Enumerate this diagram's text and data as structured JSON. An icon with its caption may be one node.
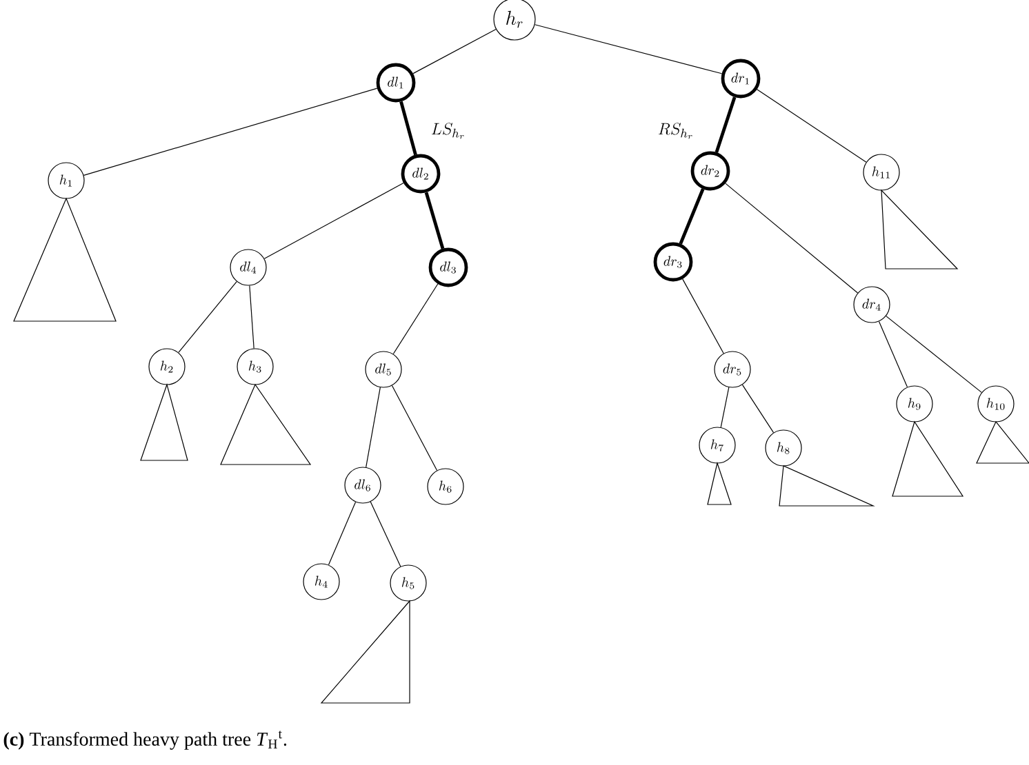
{
  "diagram": {
    "caption": "**(c)** Transformed heavy path tree *T*$_{H}$$^{t}$.",
    "nodes": [
      {
        "text": [
          "h_r"
        ]
      },
      {
        "text": [
          "dl_1"
        ]
      },
      {
        "text": [
          "dr_1"
        ]
      },
      {
        "text": [
          "h_1"
        ]
      },
      {
        "text": [
          "dl_2"
        ]
      },
      {
        "text": [
          "dr_2"
        ]
      },
      {
        "text": [
          "h_{11}"
        ]
      },
      {
        "text": [
          "dl_4"
        ]
      },
      {
        "text": [
          "dl_3"
        ]
      },
      {
        "text": [
          "dr_3"
        ]
      },
      {
        "text": [
          "dr_4"
        ]
      },
      {
        "text": [
          "h_2"
        ]
      },
      {
        "text": [
          "h_3"
        ]
      },
      {
        "text": [
          "dl_5"
        ]
      },
      {
        "text": [
          "dr_5"
        ]
      },
      {
        "text": [
          "h_9"
        ]
      },
      {
        "text": [
          "h_{10}"
        ]
      },
      {
        "text": [
          "dl_6"
        ]
      },
      {
        "text": [
          "h_6"
        ]
      },
      {
        "text": [
          "h_7"
        ]
      },
      {
        "text": [
          "h_8"
        ]
      },
      {
        "text": [
          "h_4"
        ]
      },
      {
        "text": [
          "h_5"
        ]
      },
      {
        "text": [],
        "shape": "triangle"
      },
      {
        "text": [],
        "shape": "triangle"
      },
      {
        "text": [],
        "shape": "triangle"
      },
      {
        "text": [],
        "shape": "triangle"
      },
      {
        "text": [],
        "shape": "triangle"
      },
      {
        "text": [],
        "shape": "triangle"
      },
      {
        "text": [],
        "shape": "triangle"
      },
      {
        "text": [],
        "shape": "triangle"
      },
      {
        "text": [],
        "shape": "triangle"
      }
    ],
    "edges": [
      {
        "from": 0,
        "to": 1,
        "arrow": "none"
      },
      {
        "from": 0,
        "to": 2,
        "arrow": "none"
      },
      {
        "from": 1,
        "to": 3,
        "arrow": "none"
      },
      {
        "from": 1,
        "to": 4,
        "arrow": "none",
        "style": "thick"
      },
      {
        "from": 4,
        "to": 7,
        "arrow": "none"
      },
      {
        "from": 4,
        "to": 8,
        "arrow": "none",
        "style": "thick"
      },
      {
        "from": 7,
        "to": 11,
        "arrow": "none"
      },
      {
        "from": 7,
        "to": 12,
        "arrow": "none"
      },
      {
        "from": 8,
        "to": 13,
        "arrow": "none"
      },
      {
        "from": 13,
        "to": 17,
        "arrow": "none"
      },
      {
        "from": 13,
        "to": 18,
        "arrow": "none"
      },
      {
        "from": 17,
        "to": 21,
        "arrow": "none"
      },
      {
        "from": 17,
        "to": 22,
        "arrow": "none"
      },
      {
        "from": 2,
        "to": 5,
        "arrow": "none",
        "style": "thick"
      },
      {
        "from": 2,
        "to": 6,
        "arrow": "none"
      },
      {
        "from": 5,
        "to": 9,
        "arrow": "none",
        "style": "thick"
      },
      {
        "from": 5,
        "to": 10,
        "arrow": "none"
      },
      {
        "from": 9,
        "to": 14,
        "arrow": "none"
      },
      {
        "from": 14,
        "to": 19,
        "arrow": "none"
      },
      {
        "from": 14,
        "to": 20,
        "arrow": "none"
      },
      {
        "from": 10,
        "to": 15,
        "arrow": "none"
      },
      {
        "from": 10,
        "to": 16,
        "arrow": "none"
      }
    ],
    "labels": [
      "LS_{h_r}",
      "RS_{h_r}"
    ]
  }
}
